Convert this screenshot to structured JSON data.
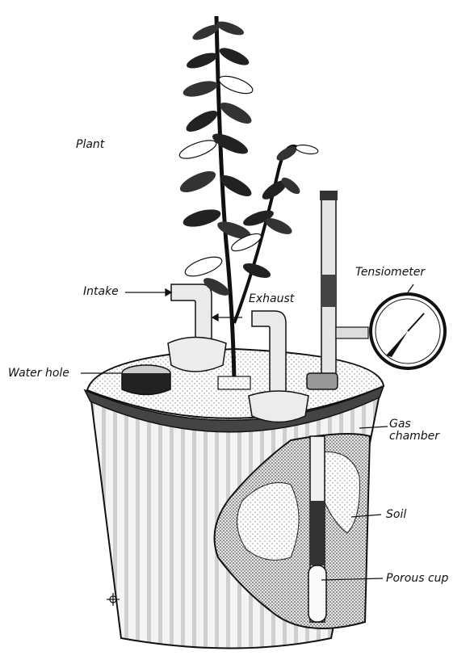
{
  "labels": {
    "plant": "Plant",
    "intake": "Intake",
    "exhaust": "Exhaust",
    "tensiometer": "Tensiometer",
    "water_hole": "Water hole",
    "gas_chamber_line1": "Gas",
    "gas_chamber_line2": "chamber",
    "soil": "Soil",
    "porous_cup": "Porous cup"
  },
  "colors": {
    "ink": "#111111",
    "paper": "#ffffff",
    "bucket_shade": "#d9d9d9",
    "soil_dark": "#3a3a3a"
  }
}
